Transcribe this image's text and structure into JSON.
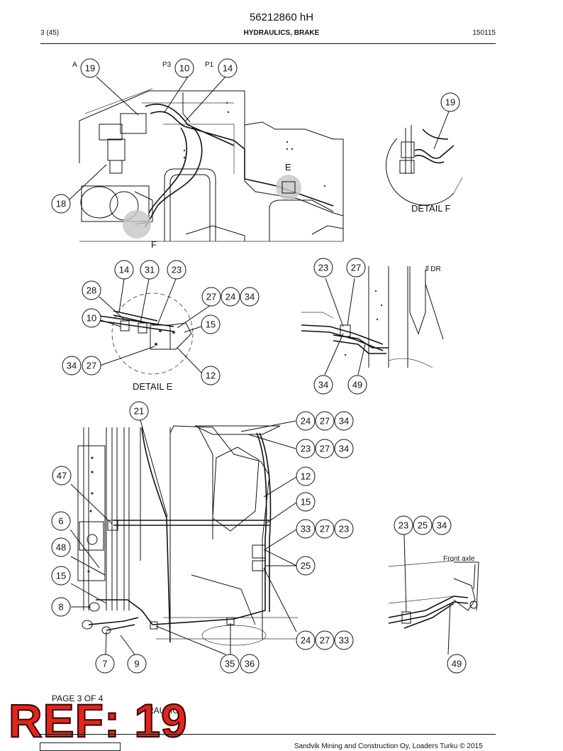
{
  "header": {
    "doc_number": "56212860 hH",
    "page_count": "3 (45)",
    "section_title": "HYDRAULICS, BRAKE",
    "date": "150115"
  },
  "footer": {
    "page_of": "PAGE 3 OF 4",
    "subtitle_partial": "RAULICS",
    "copyright": "Sandvik Mining and Construction Oy, Loaders Turku © 2015"
  },
  "stamp": {
    "text": "REF: 19",
    "color": "#e0261c"
  },
  "drawing": {
    "labels": {
      "A": "A",
      "P3": "P3",
      "P1": "P1",
      "E": "E",
      "F": "F",
      "detail_f": "DETAIL F",
      "detail_e": "DETAIL E",
      "front_axle": "Front axle"
    },
    "callouts": {
      "top_19": "19",
      "top_10": "10",
      "top_14": "14",
      "top_18": "18",
      "detf_19": "19",
      "e_14": "14",
      "e_31": "31",
      "e_23": "23",
      "e_28": "28",
      "e_10": "10",
      "e_27a": "27",
      "e_24": "24",
      "e_34a": "34",
      "e_15": "15",
      "e_34b": "34",
      "e_27b": "27",
      "e_12": "12",
      "r_23": "23",
      "r_27": "27",
      "r_34": "34",
      "r_49": "49",
      "m_21": "21",
      "m_24a": "24",
      "m_27a": "27",
      "m_34a": "34",
      "m_23b": "23",
      "m_27b": "27",
      "m_34b": "34",
      "m_47": "47",
      "m_12": "12",
      "m_15a": "15",
      "m_6": "6",
      "m_33a": "33",
      "m_27c": "27",
      "m_23c": "23",
      "m_48": "48",
      "m_25": "25",
      "m_15b": "15",
      "m_8": "8",
      "m_24d": "24",
      "m_27d": "27",
      "m_33d": "33",
      "m_7": "7",
      "m_9": "9",
      "m_35": "35",
      "m_36": "36",
      "fa_23": "23",
      "fa_25": "25",
      "fa_34": "34",
      "fa_49": "49"
    }
  }
}
